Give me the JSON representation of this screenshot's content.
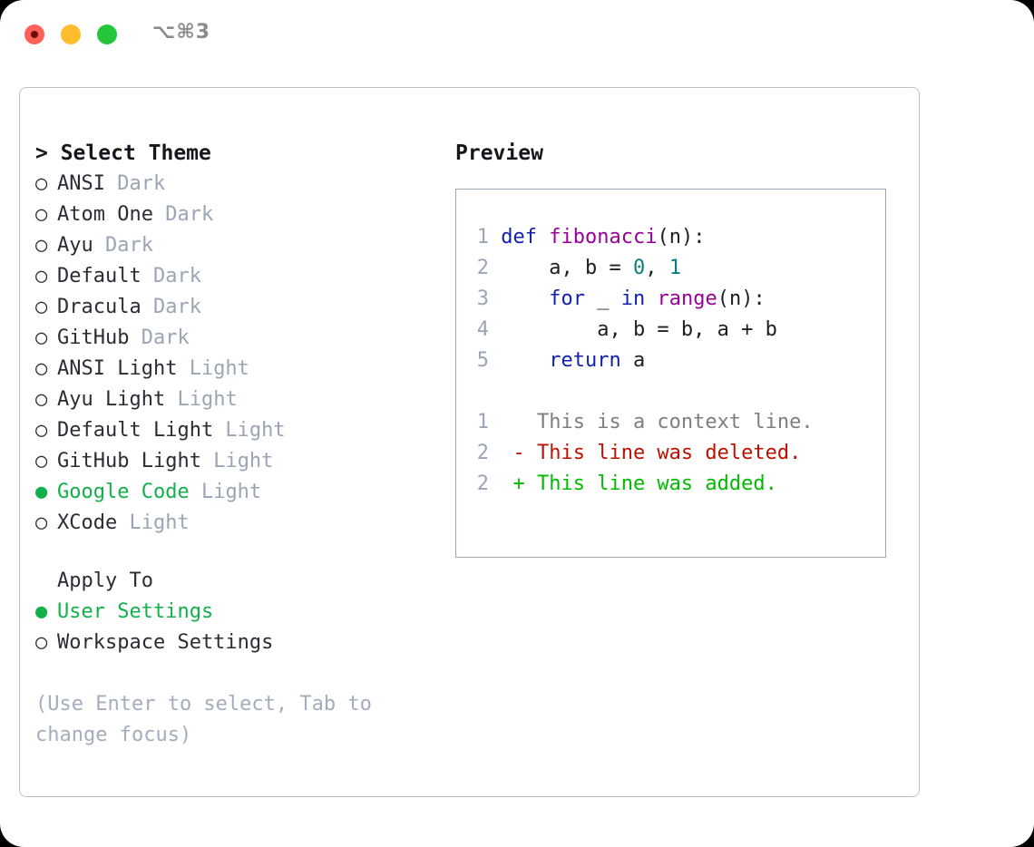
{
  "titlebar": {
    "traffic_lights": [
      "close",
      "minimize",
      "maximize"
    ],
    "shortcut": "⌥⌘3",
    "colors": {
      "red": "#ff6058",
      "yellow": "#ffbd2e",
      "green": "#25c63b"
    }
  },
  "theme_picker": {
    "header_prefix": "> ",
    "header": "Select Theme",
    "bullet_unselected": "○",
    "bullet_selected": "●",
    "accent_color": "#11b14a",
    "tag_color": "#9aa5b5",
    "items": [
      {
        "name": "ANSI",
        "tag": "Dark",
        "selected": false
      },
      {
        "name": "Atom One",
        "tag": "Dark",
        "selected": false
      },
      {
        "name": "Ayu",
        "tag": "Dark",
        "selected": false
      },
      {
        "name": "Default",
        "tag": "Dark",
        "selected": false
      },
      {
        "name": "Dracula",
        "tag": "Dark",
        "selected": false
      },
      {
        "name": "GitHub",
        "tag": "Dark",
        "selected": false
      },
      {
        "name": "ANSI Light",
        "tag": "Light",
        "selected": false
      },
      {
        "name": "Ayu Light",
        "tag": "Light",
        "selected": false
      },
      {
        "name": "Default Light",
        "tag": "Light",
        "selected": false
      },
      {
        "name": "GitHub Light",
        "tag": "Light",
        "selected": false
      },
      {
        "name": "Google Code",
        "tag": "Light",
        "selected": true
      },
      {
        "name": "XCode",
        "tag": "Light",
        "selected": false
      }
    ]
  },
  "apply_to": {
    "label": "Apply To",
    "options": [
      {
        "name": "User Settings",
        "selected": true
      },
      {
        "name": "Workspace Settings",
        "selected": false
      }
    ]
  },
  "hint": "(Use Enter to select, Tab to change focus)",
  "preview": {
    "title": "Preview",
    "code_lines": [
      {
        "n": "1",
        "tokens": [
          {
            "t": "def ",
            "c": "kw"
          },
          {
            "t": "fibonacci",
            "c": "fn"
          },
          {
            "t": "(n):",
            "c": "pln"
          }
        ]
      },
      {
        "n": "2",
        "tokens": [
          {
            "t": "    a, b = ",
            "c": "pln"
          },
          {
            "t": "0",
            "c": "num"
          },
          {
            "t": ", ",
            "c": "pln"
          },
          {
            "t": "1",
            "c": "num"
          }
        ]
      },
      {
        "n": "3",
        "tokens": [
          {
            "t": "    ",
            "c": "pln"
          },
          {
            "t": "for",
            "c": "kw"
          },
          {
            "t": " _ ",
            "c": "pln"
          },
          {
            "t": "in",
            "c": "kw"
          },
          {
            "t": " ",
            "c": "pln"
          },
          {
            "t": "range",
            "c": "fn"
          },
          {
            "t": "(n):",
            "c": "pln"
          }
        ]
      },
      {
        "n": "4",
        "tokens": [
          {
            "t": "        a, b = b, a + b",
            "c": "pln"
          }
        ]
      },
      {
        "n": "5",
        "tokens": [
          {
            "t": "    ",
            "c": "pln"
          },
          {
            "t": "return",
            "c": "kw"
          },
          {
            "t": " a",
            "c": "pln"
          }
        ]
      }
    ],
    "diff_lines": [
      {
        "n": "1",
        "marker": "  ",
        "text": "This is a context line.",
        "kind": "d-ctx"
      },
      {
        "n": "2",
        "marker": "- ",
        "text": "This line was deleted.",
        "kind": "d-del"
      },
      {
        "n": "2",
        "marker": "+ ",
        "text": "This line was added.",
        "kind": "d-add"
      }
    ],
    "syntax_colors": {
      "keyword": "#1020b0",
      "function": "#990099",
      "number": "#0b7d7d",
      "plain": "#1d1f24",
      "line_number": "#9aa5b5",
      "diff_context": "#7e7e7e",
      "diff_deleted": "#bb1100",
      "diff_added": "#00bb00"
    }
  }
}
